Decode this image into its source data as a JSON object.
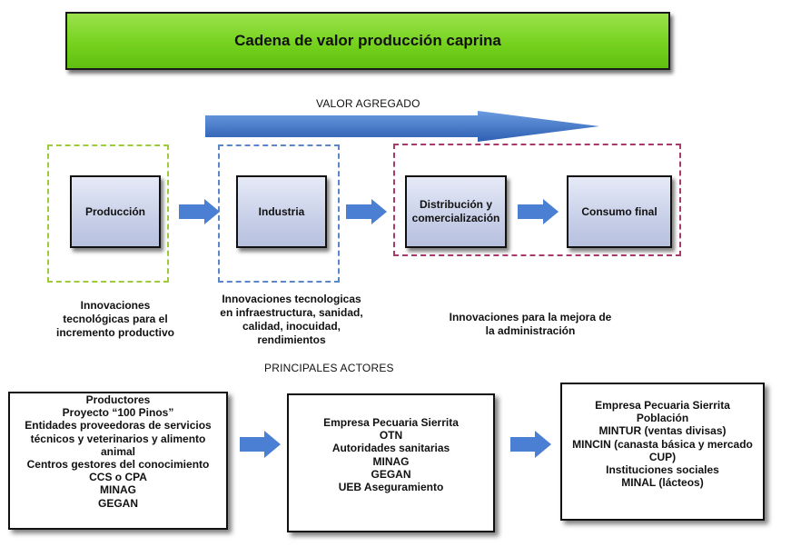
{
  "title": "Cadena de valor producción caprina",
  "value_added_label": "VALOR AGREGADO",
  "principal_actors_label": "PRINCIPALES ACTORES",
  "stages": [
    {
      "label": "Producción"
    },
    {
      "label": "Industria"
    },
    {
      "label": "Distribución y comercialización"
    },
    {
      "label": "Consumo final"
    }
  ],
  "innovations": [
    {
      "text": "Innovaciones tecnológicas para el incremento productivo"
    },
    {
      "text": "Innovaciones tecnologicas en infraestructura, sanidad, calidad, inocuidad, rendimientos"
    },
    {
      "text": "Innovaciones para la mejora de la administración"
    }
  ],
  "actor_groups": [
    {
      "items": [
        "Productores",
        "Proyecto “100 Pinos”",
        "Entidades proveedoras de servicios",
        "técnicos y veterinarios y alimento",
        "animal",
        "Centros gestores del conocimiento",
        "CCS o CPA",
        "MINAG",
        "GEGAN"
      ]
    },
    {
      "items": [
        "Empresa Pecuaria Sierrita",
        "OTN",
        "Autoridades sanitarias",
        "MINAG",
        "GEGAN",
        "UEB Aseguramiento"
      ]
    },
    {
      "items": [
        "Empresa Pecuaria Sierrita",
        "Población",
        "MINTUR (ventas divisas)",
        "MINCIN (canasta básica y mercado",
        "CUP)",
        "Instituciones sociales",
        "MINAL (lácteos)"
      ]
    }
  ],
  "colors": {
    "banner": "#76d21e",
    "arrow": "#4a7fd4",
    "dash_production": "#9ecb3c",
    "dash_industry": "#5b86c9",
    "dash_distribution": "#a8396b"
  }
}
